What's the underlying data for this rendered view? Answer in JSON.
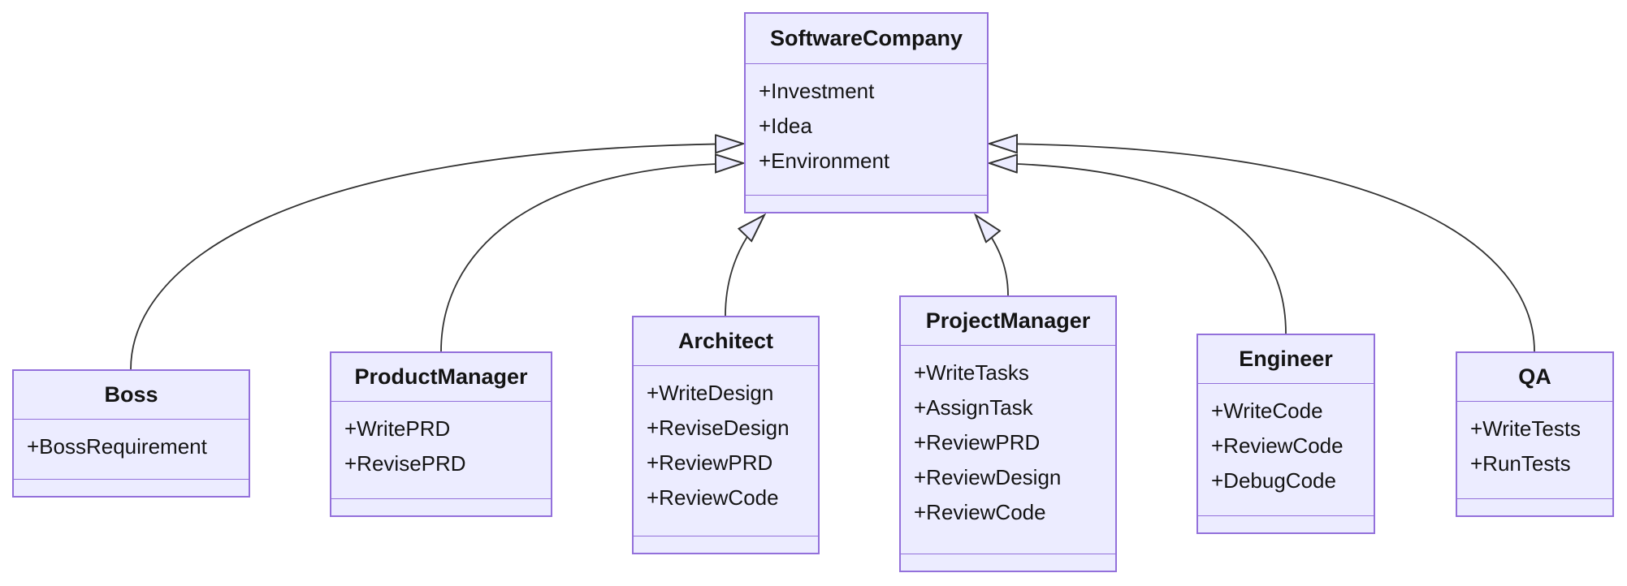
{
  "diagram": {
    "type": "uml-class-diagram",
    "classes": [
      {
        "name": "SoftwareCompany",
        "members": [
          "+Investment",
          "+Idea",
          "+Environment"
        ]
      },
      {
        "name": "Boss",
        "members": [
          "+BossRequirement"
        ]
      },
      {
        "name": "ProductManager",
        "members": [
          "+WritePRD",
          "+RevisePRD"
        ]
      },
      {
        "name": "Architect",
        "members": [
          "+WriteDesign",
          "+ReviseDesign",
          "+ReviewPRD",
          "+ReviewCode"
        ]
      },
      {
        "name": "ProjectManager",
        "members": [
          "+WriteTasks",
          "+AssignTask",
          "+ReviewPRD",
          "+ReviewDesign",
          "+ReviewCode"
        ]
      },
      {
        "name": "Engineer",
        "members": [
          "+WriteCode",
          "+ReviewCode",
          "+DebugCode"
        ]
      },
      {
        "name": "QA",
        "members": [
          "+WriteTests",
          "+RunTests"
        ]
      }
    ],
    "relations": [
      {
        "from": "Boss",
        "to": "SoftwareCompany",
        "type": "inheritance"
      },
      {
        "from": "ProductManager",
        "to": "SoftwareCompany",
        "type": "inheritance"
      },
      {
        "from": "Architect",
        "to": "SoftwareCompany",
        "type": "inheritance"
      },
      {
        "from": "ProjectManager",
        "to": "SoftwareCompany",
        "type": "inheritance"
      },
      {
        "from": "Engineer",
        "to": "SoftwareCompany",
        "type": "inheritance"
      },
      {
        "from": "QA",
        "to": "SoftwareCompany",
        "type": "inheritance"
      }
    ],
    "colors": {
      "node_fill": "#ECECFF",
      "node_border": "#9370DB",
      "edge_line": "#333333",
      "text": "#141414",
      "background": "#FFFFFF"
    }
  }
}
